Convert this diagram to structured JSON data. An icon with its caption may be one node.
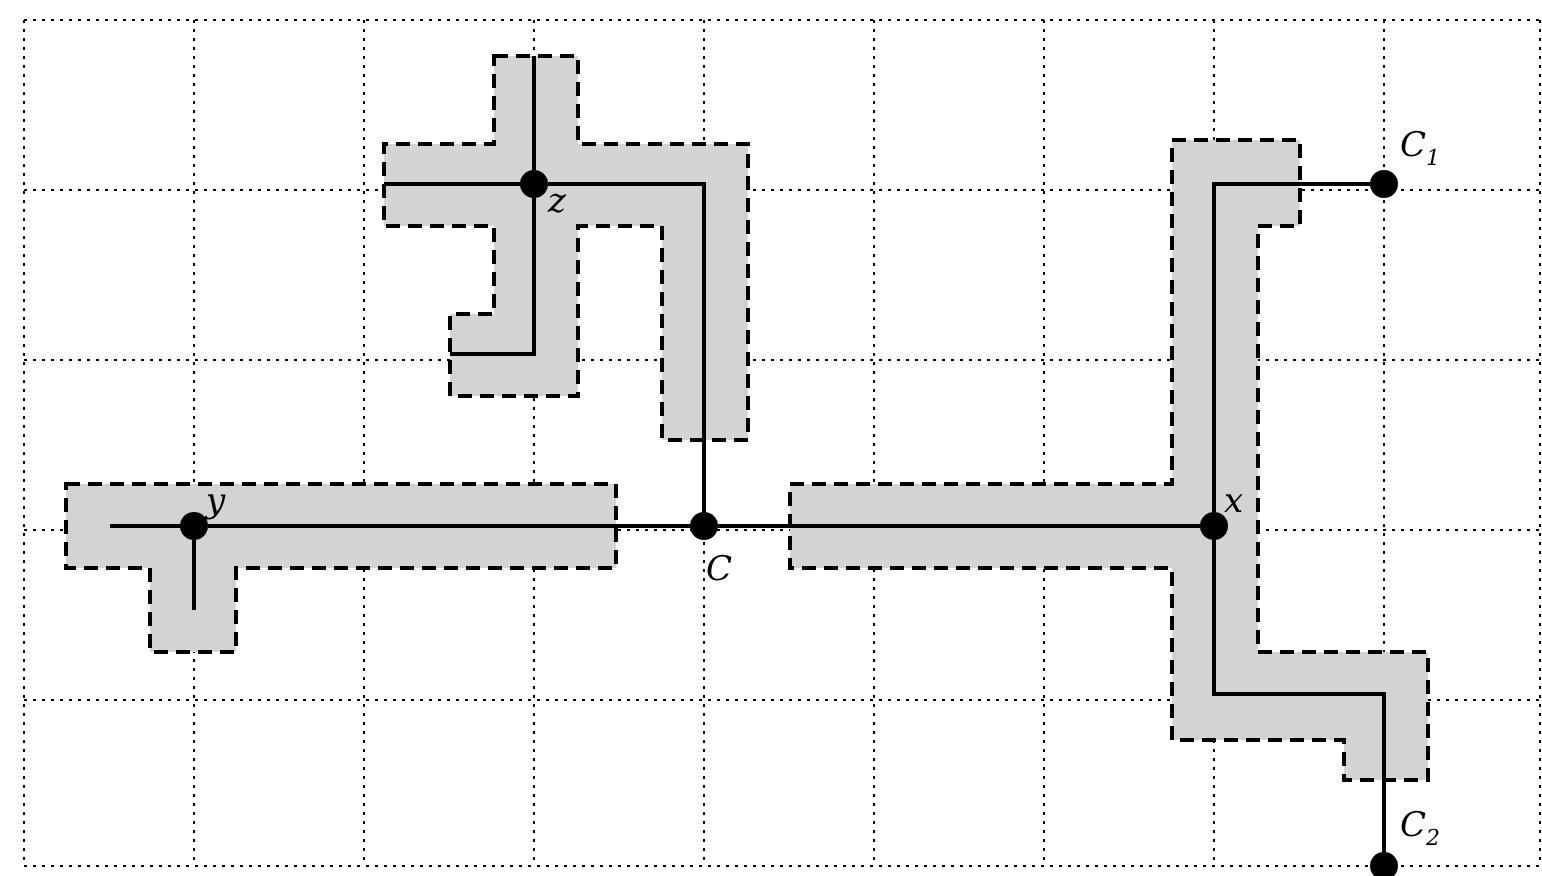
{
  "diagram": {
    "nodes": [
      {
        "text": [],
        "shape": "circle",
        "beside": [
          "z"
        ]
      },
      {
        "text": [],
        "shape": "circle",
        "beside": [
          "C$_{1}$"
        ]
      },
      {
        "text": [],
        "shape": "circle",
        "beside": [
          "y"
        ]
      },
      {
        "text": [],
        "shape": "circle",
        "beside": [
          "C"
        ]
      },
      {
        "text": [],
        "shape": "circle",
        "beside": [
          "x"
        ]
      },
      {
        "text": [],
        "shape": "circle",
        "beside": [
          "C$_{2}$"
        ]
      }
    ],
    "edges": [
      {
        "from": 2,
        "to": 3,
        "arrow": "none"
      },
      {
        "from": 0,
        "to": 3,
        "arrow": "none"
      },
      {
        "from": 3,
        "to": 4,
        "arrow": "none"
      },
      {
        "from": 4,
        "to": 1,
        "arrow": "none"
      },
      {
        "from": 4,
        "to": 5,
        "arrow": "none"
      },
      {
        "from": 2,
        "to": null,
        "arrow": "none"
      },
      {
        "from": 2,
        "to": null,
        "arrow": "none"
      },
      {
        "from": 0,
        "to": null,
        "arrow": "none"
      },
      {
        "from": 0,
        "to": null,
        "arrow": "none"
      },
      {
        "from": 0,
        "to": null,
        "arrow": "none"
      }
    ]
  }
}
